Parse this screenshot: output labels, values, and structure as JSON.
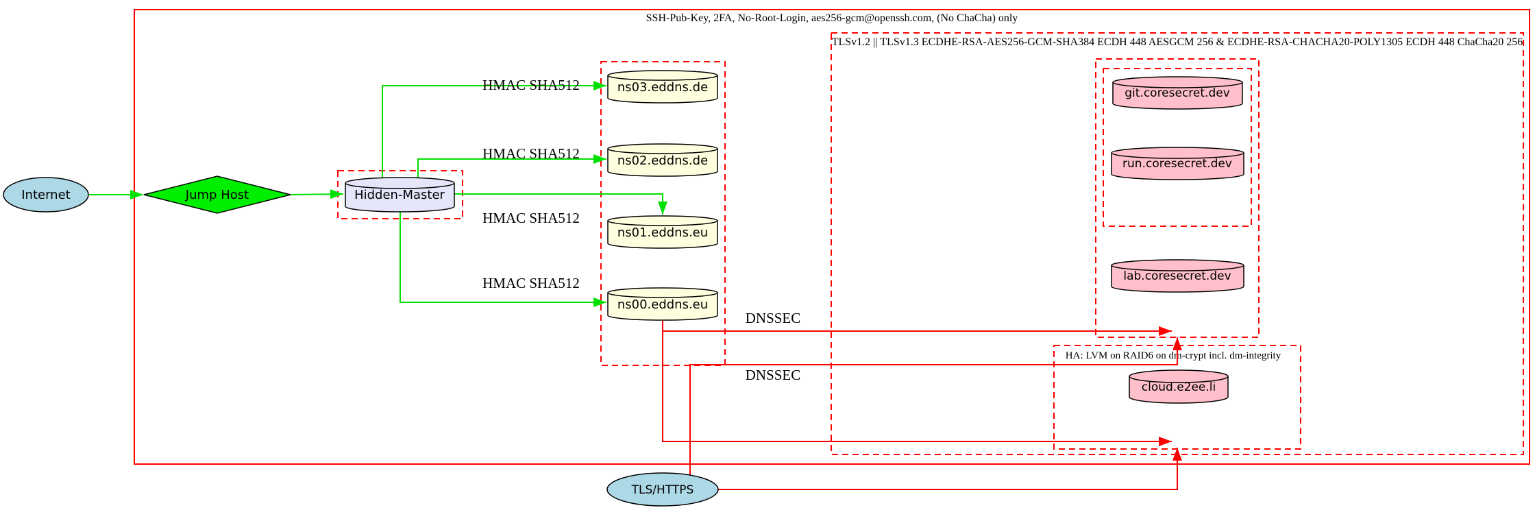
{
  "diagram": {
    "title_note": "DNS hidden-master / secure hosting infrastructure diagram",
    "clusters": {
      "ssh_label": "SSH-Pub-Key, 2FA, No-Root-Login, aes256-gcm@openssh.com, (No ChaCha) only",
      "tls_label": "TLSv1.2 || TLSv1.3 ECDHE-RSA-AES256-GCM-SHA384 ECDH 448 AESGCM 256 & ECDHE-RSA-CHACHA20-POLY1305 ECDH 448 ChaCha20 256",
      "ha_label": "HA: LVM on RAID6 on dm-crypt incl. dm-integrity"
    },
    "nodes": {
      "internet": "Internet",
      "jump_host": "Jump Host",
      "hidden_master": "Hidden-Master",
      "ns03": "ns03.eddns.de",
      "ns02": "ns02.eddns.de",
      "ns01": "ns01.eddns.eu",
      "ns00": "ns00.eddns.eu",
      "git": "git.coresecret.dev",
      "run": "run.coresecret.dev",
      "lab": "lab.coresecret.dev",
      "cloud": "cloud.e2ee.li",
      "tls_https": "TLS/HTTPS"
    },
    "edge_labels": {
      "hmac": "HMAC SHA512",
      "dnssec": "DNSSEC"
    },
    "colors": {
      "red": "#ff0000",
      "green": "#00e000",
      "lightblue": "#add8e6",
      "lavender": "#e6e6fa",
      "lightyellow": "#ffffe0",
      "pink": "#ffc0cb",
      "bright_green": "#00ee00",
      "black": "#000000"
    }
  }
}
